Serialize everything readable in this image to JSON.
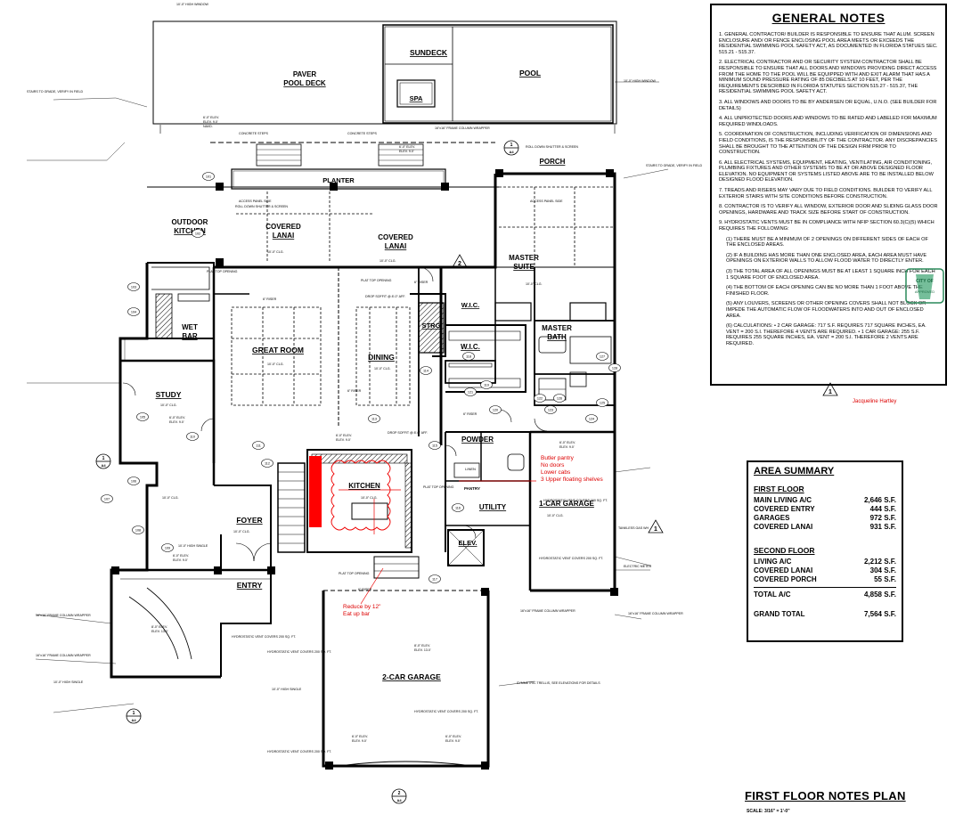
{
  "rooms": {
    "sundeck": "SUNDECK",
    "pool": "POOL",
    "spa": "SPA",
    "paver_line1": "PAVER",
    "paver_line2": "POOL DECK",
    "planter": "PLANTER",
    "porch": "PORCH",
    "outdoor_kitchen_line1": "OUTDOOR",
    "outdoor_kitchen_line2": "KITCHEN",
    "covered_lanai1_line1": "COVERED",
    "covered_lanai1_line2": "LANAI",
    "covered_lanai2_line1": "COVERED",
    "covered_lanai2_line2": "LANAI",
    "master_suite_line1": "MASTER",
    "master_suite_line2": "SUITE",
    "wet_bar_line1": "WET",
    "wet_bar_line2": "BAR",
    "great_room": "GREAT ROOM",
    "dining": "DINING",
    "strg": "STRG",
    "wic_upper": "W.I.C.",
    "wic_lower": "W.I.C.",
    "master_bath_line1": "MASTER",
    "master_bath_line2": "BATH",
    "study": "STUDY",
    "kitchen": "KITCHEN",
    "powder": "POWDER",
    "pantry": "PANTRY",
    "utility": "UTILITY",
    "car1_garage": "1-CAR GARAGE",
    "elev": "ELEV.",
    "foyer": "FOYER",
    "entry": "ENTRY",
    "car2_garage": "2-CAR GARAGE",
    "linen": "LINEN"
  },
  "annotations": {
    "butler_line1": "Butler pantry",
    "butler_line2": "No doors",
    "butler_line3": "Lower cabs",
    "butler_line4": "3 Upper floating shelves",
    "reduce_line1": "Reduce by 12\"",
    "reduce_line2": "Eat up bar",
    "signature": "Jacqueline Hartley"
  },
  "callouts": {
    "c1": "6'-0\" ELEV.",
    "c2": "ELEV. 9.0'",
    "c3": "NAVD.",
    "c4": "ACCESS PANEL SIDE",
    "c5": "CONCRETE STEPS",
    "c6": "ROLL DOWN SHUTTER & SCREEN",
    "c7": "10'-0\" CLG.",
    "c8": "HYDROSTATIC VENT COVERS 200 SQ. FT.",
    "c9": "6\" RISER",
    "c10": "PLAT TOP OPENING",
    "c11": "10'-0\" HIGH SINGLE",
    "c12": "DROP SOFFIT @ 8'-0\" AFF.",
    "c13": "STAIRS TO GRADE, VERIFY IN FIELD",
    "c14": "16\"x16\" FRAME COLUMN WRAPPER",
    "c15": "TANKLESS GAS WH",
    "c16": "ELECTRIC METER",
    "c17": "SYMMETRIC TRELLIS, SEE ELEVATIONS FOR DETAILS",
    "c18": "10'-0\" HIGH WINDOW",
    "c19": "8'-0\" ELEV.",
    "c20": "ELEV. 13.0'"
  },
  "general_notes": {
    "title": "GENERAL NOTES",
    "items": [
      "1.  GENERAL CONTRACTOR/ BUILDER IS RESPONSIBLE TO ENSURE THAT ALUM. SCREEN ENCLOSURE AND/ OR FENCE ENCLOSING POOL AREA MEETS OR EXCEEDS THE RESIDENTIAL SWIMMING POOL SAFETY ACT, AS DOCUMENTED IN FLORIDA STATUES SEC. 515.21 - 515.37.",
      "2.  ELECTRICAL CONTRACTOR AND OR SECURITY SYSTEM CONTRACTOR SHALL BE RESPONSIBLE TO ENSURE THAT ALL DOORS AND WINDOWS PROVIDING DIRECT ACCESS FROM THE HOME TO THE POOL WILL BE EQUIPPED WITH AND EXIT ALARM THAT HAS A MINIMUM SOUND PRESSURE RATING OF 85 DECIBELS AT 10 FEET, PER THE REQUIREMENTS DESCRIBED IN FLORIDA STATUTES SECTION 515.27 - 515.37, THE RESIDENTIAL SWIMMING POOL SAFETY ACT.",
      "3.  ALL WINDOWS AND DOORS TO BE BY ANDERSEN OR EQUAL, U.N.O. (SEE BUILDER FOR DETAILS)",
      "4.  ALL UNPROTECTED DOORS AND WINDOWS TO BE RATED AND LABELED FOR MAXIMUM REQUIRED WINDLOADS.",
      "5.  COORDINATION OF CONSTRUCTION, INCLUDING VERIFICATION OF DIMENSIONS AND FIELD CONDITIONS, IS THE RESPONSIBILITY OF THE CONTRACTOR. ANY DISCREPANCIES SHALL BE BROUGHT TO THE ATTENTION OF THE DESIGN FIRM PRIOR TO CONSTRUCTION.",
      "6.  ALL ELECTRICAL SYSTEMS, EQUIPMENT, HEATING, VENTILATING, AIR CONDITIONING, PLUMBING FIXTURES AND OTHER SYSTEMS TO BE AT OR ABOVE DESIGNED FLOOR ELEVATION.  NO EQUIPMENT OR  SYSTEMS LISTED ABOVE ARE TO BE INSTALLED BELOW DESIGNED FLOOD ELEVATION.",
      "7.  TREADS AND RISERS MAY VARY DUE TO FIELD CONDITIONS.  BUILDER TO VERIFY ALL EXTERIOR STAIRS WITH SITE CONDITIONS BEFORE CONSTRUCTION.",
      "8.  CONTRACTOR IS TO VERIFY ALL WINDOW, EXTERIOR DOOR AND SLIDING GLASS DOOR OPENINGS, HARDWARE AND TRACK SIZE BEFORE START OF CONSTRUCTION.",
      "9.  HYDROSTATIC VENTS MUST BE IN COMPLIANCE WITH NFIP SECTION 60.3(c)(5) WHICH REQUIRES THE FOLLOWING:"
    ],
    "subitems": [
      "(1) THERE MUST BE A MINIMUM OF 2 OPENINGS ON DIFFERENT SIDES OF EACH OF THE ENCLOSED AREAS.",
      "(2) IF A BUILDING HAS MORE THAN ONE ENCLOSED AREA, EACH AREA MUST HAVE OPENINGS ON EXTERIOR WALLS TO ALLOW FLOOD WATER TO DIRECTLY ENTER.",
      "(3) THE TOTAL AREA OF ALL OPENINGS MUST BE AT LEAST 1 SQUARE INCH FOR EACH 1 SQUARE FOOT OF ENCLOSED AREA.",
      "(4) THE BOTTOM OF EACH OPENING CAN BE NO MORE THAN 1 FOOT ABOVE THE FINISHED FLOOR.",
      "(5) ANY LOUVERS, SCREENS OR OTHER OPENING COVERS SHALL NOT BLOCK OR IMPEDE THE AUTOMATIC FLOW OF FLOODWATERS INTO AND OUT OF ENCLOSED AREA.",
      "(6) CALCULATIONS: • 2 CAR GARAGE: 717 S.F. REQUIRES 717 SQUARE INCHES, EA. VENT = 200 S.I. THEREFORE 4 VENTS ARE REQUIRED. • 1 CAR GARAGE: 255 S.F. REQUIRES 255 SQUARE INCHES, EA. VENT = 200 S.I. THEREFORE 2 VENTS ARE REQUIRED."
    ]
  },
  "stamp": {
    "line1": "CITY OF",
    "line2": "APPROVED"
  },
  "area_summary": {
    "title": "AREA SUMMARY",
    "first_floor": "FIRST FLOOR",
    "rows1": [
      {
        "label": "MAIN LIVING A/C",
        "value": "2,646 S.F."
      },
      {
        "label": "COVERED ENTRY",
        "value": "444 S.F."
      },
      {
        "label": "GARAGES",
        "value": "972 S.F."
      },
      {
        "label": "COVERED LANAI",
        "value": "931 S.F."
      }
    ],
    "second_floor": "SECOND FLOOR",
    "rows2": [
      {
        "label": "LIVING A/C",
        "value": "2,212 S.F."
      },
      {
        "label": "COVERED LANAI",
        "value": "304 S.F."
      },
      {
        "label": "COVERED PORCH",
        "value": "55 S.F."
      }
    ],
    "total_label": "TOTAL A/C",
    "total_value": "4,858 S.F.",
    "grand_label": "GRAND TOTAL",
    "grand_value": "7,564 S.F."
  },
  "sheet": {
    "title": "FIRST FLOOR NOTES PLAN",
    "scale": "SCALE: 3/16\" = 1'-0\"",
    "north_num": "1",
    "tag_a": "A",
    "tag_num2": "2",
    "tag_a2": "A4",
    "tag_1": "1"
  },
  "tags": [
    "101",
    "102",
    "103",
    "104",
    "105",
    "106",
    "107",
    "108",
    "109",
    "110",
    "111",
    "112",
    "113",
    "114",
    "115",
    "116",
    "117",
    "118",
    "119",
    "120",
    "121",
    "122",
    "123",
    "124",
    "125",
    "126",
    "127",
    "128"
  ]
}
